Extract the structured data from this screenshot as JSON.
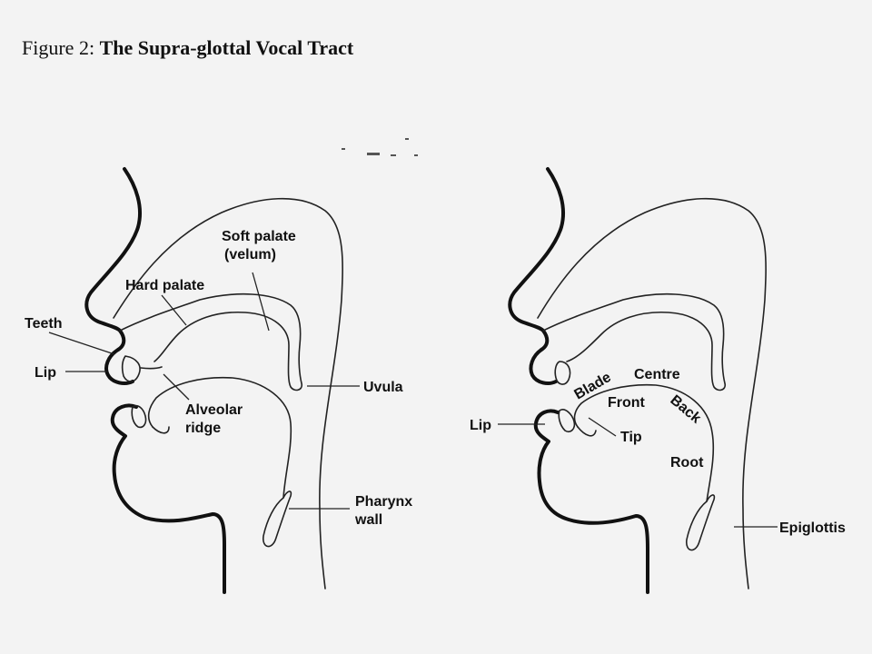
{
  "title": {
    "prefix": "Figure 2:",
    "main": "The Supra-glottal Vocal Tract"
  },
  "left_diagram": {
    "labels": {
      "soft_palate": "Soft palate",
      "velum": "(velum)",
      "hard_palate": "Hard palate",
      "teeth": "Teeth",
      "lip": "Lip",
      "alveolar": "Alveolar",
      "ridge": "ridge",
      "uvula": "Uvula",
      "pharynx": "Pharynx",
      "wall": "wall"
    }
  },
  "right_diagram": {
    "labels": {
      "lip": "Lip",
      "blade": "Blade",
      "centre": "Centre",
      "front": "Front",
      "back": "Back",
      "tip": "Tip",
      "root": "Root",
      "epiglottis": "Epiglottis"
    }
  },
  "colors": {
    "ink": "#111111",
    "paper": "#f3f3f3"
  }
}
